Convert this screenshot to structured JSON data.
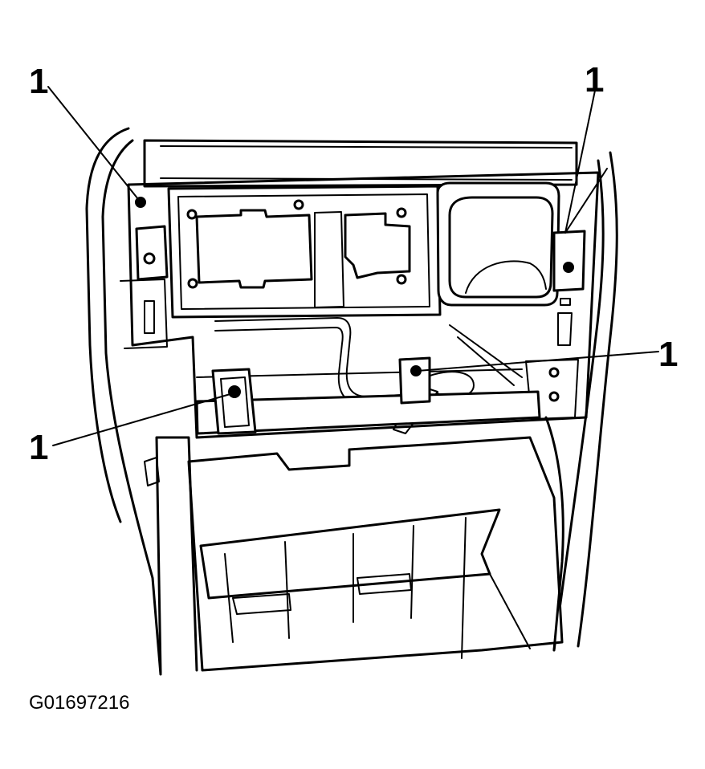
{
  "callouts": [
    {
      "id": "top-left",
      "label": "1"
    },
    {
      "id": "top-right",
      "label": "1"
    },
    {
      "id": "middle-right",
      "label": "1"
    },
    {
      "id": "middle-left",
      "label": "1"
    }
  ],
  "figure_id": "G01697216"
}
